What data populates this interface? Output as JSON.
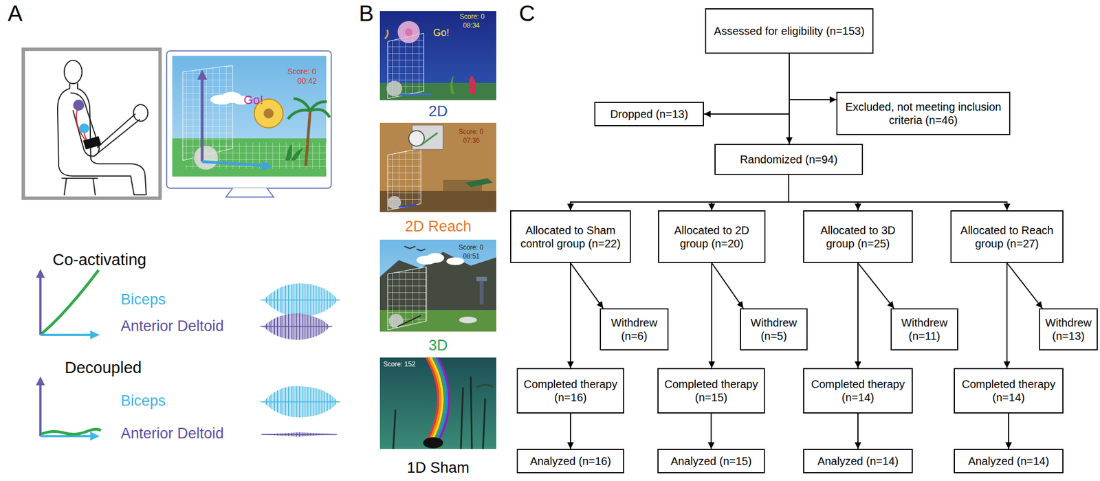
{
  "diagram": {
    "nodes": [
      {
        "text": [
          "Assessed for eligibility (n=153)"
        ]
      },
      {
        "text": [
          "Dropped (n=13)"
        ]
      },
      {
        "text": [
          "Excluded, not meeting inclusion criteria (n=46)"
        ]
      },
      {
        "text": [
          "Randomized (n=94)"
        ]
      },
      {
        "text": [
          "Allocated to Sham control group (n=22)"
        ]
      },
      {
        "text": [
          "Allocated to 2D group (n=20)"
        ]
      },
      {
        "text": [
          "Allocated to 3D group (n=25)"
        ]
      },
      {
        "text": [
          "Allocated to Reach group (n=27)"
        ]
      },
      {
        "text": [
          "Withdrew (n=6)"
        ]
      },
      {
        "text": [
          "Withdrew (n=5)"
        ]
      },
      {
        "text": [
          "Withdrew (n=11)"
        ]
      },
      {
        "text": [
          "Withdrew (n=13)"
        ]
      },
      {
        "text": [
          "Completed therapy (n=16)"
        ]
      },
      {
        "text": [
          "Completed therapy (n=15)"
        ]
      },
      {
        "text": [
          "Completed therapy (n=14)"
        ]
      },
      {
        "text": [
          "Completed therapy (n=14)"
        ]
      },
      {
        "text": [
          "Analyzed (n=16)"
        ]
      },
      {
        "text": [
          "Analyzed (n=15)"
        ]
      },
      {
        "text": [
          "Analyzed (n=14)"
        ]
      },
      {
        "text": [
          "Analyzed (n=14)"
        ]
      }
    ],
    "edges": [
      {
        "from": 0,
        "to": 1,
        "arrow": "to"
      },
      {
        "from": 0,
        "to": 2,
        "arrow": "to"
      },
      {
        "from": 0,
        "to": 3,
        "arrow": "to"
      },
      {
        "from": 3,
        "to": 4,
        "arrow": "to"
      },
      {
        "from": 3,
        "to": 5,
        "arrow": "to"
      },
      {
        "from": 3,
        "to": 6,
        "arrow": "to"
      },
      {
        "from": 3,
        "to": 7,
        "arrow": "to"
      },
      {
        "from": 4,
        "to": 8,
        "arrow": "to"
      },
      {
        "from": 5,
        "to": 9,
        "arrow": "to"
      },
      {
        "from": 6,
        "to": 10,
        "arrow": "to"
      },
      {
        "from": 7,
        "to": 11,
        "arrow": "to"
      },
      {
        "from": 4,
        "to": 12,
        "arrow": "to"
      },
      {
        "from": 5,
        "to": 13,
        "arrow": "to"
      },
      {
        "from": 6,
        "to": 14,
        "arrow": "to"
      },
      {
        "from": 7,
        "to": 15,
        "arrow": "to"
      },
      {
        "from": 12,
        "to": 16,
        "arrow": "to"
      },
      {
        "from": 13,
        "to": 17,
        "arrow": "to"
      },
      {
        "from": 14,
        "to": 18,
        "arrow": "to"
      },
      {
        "from": 15,
        "to": 19,
        "arrow": "to"
      }
    ],
    "labels": [
      "A",
      "Score: 0",
      "00:42",
      "Go!",
      "Co-activating",
      "Biceps",
      "Anterior Deltoid",
      "Decoupled",
      "Biceps",
      "Anterior Deltoid",
      "B",
      "Score: 0",
      "08:34",
      "Go!",
      "2D",
      "Score: 0",
      "07:36",
      "2D Reach",
      "Score: 0",
      "08:51",
      "3D",
      "Score: 152",
      "1D Sham",
      "C"
    ]
  }
}
